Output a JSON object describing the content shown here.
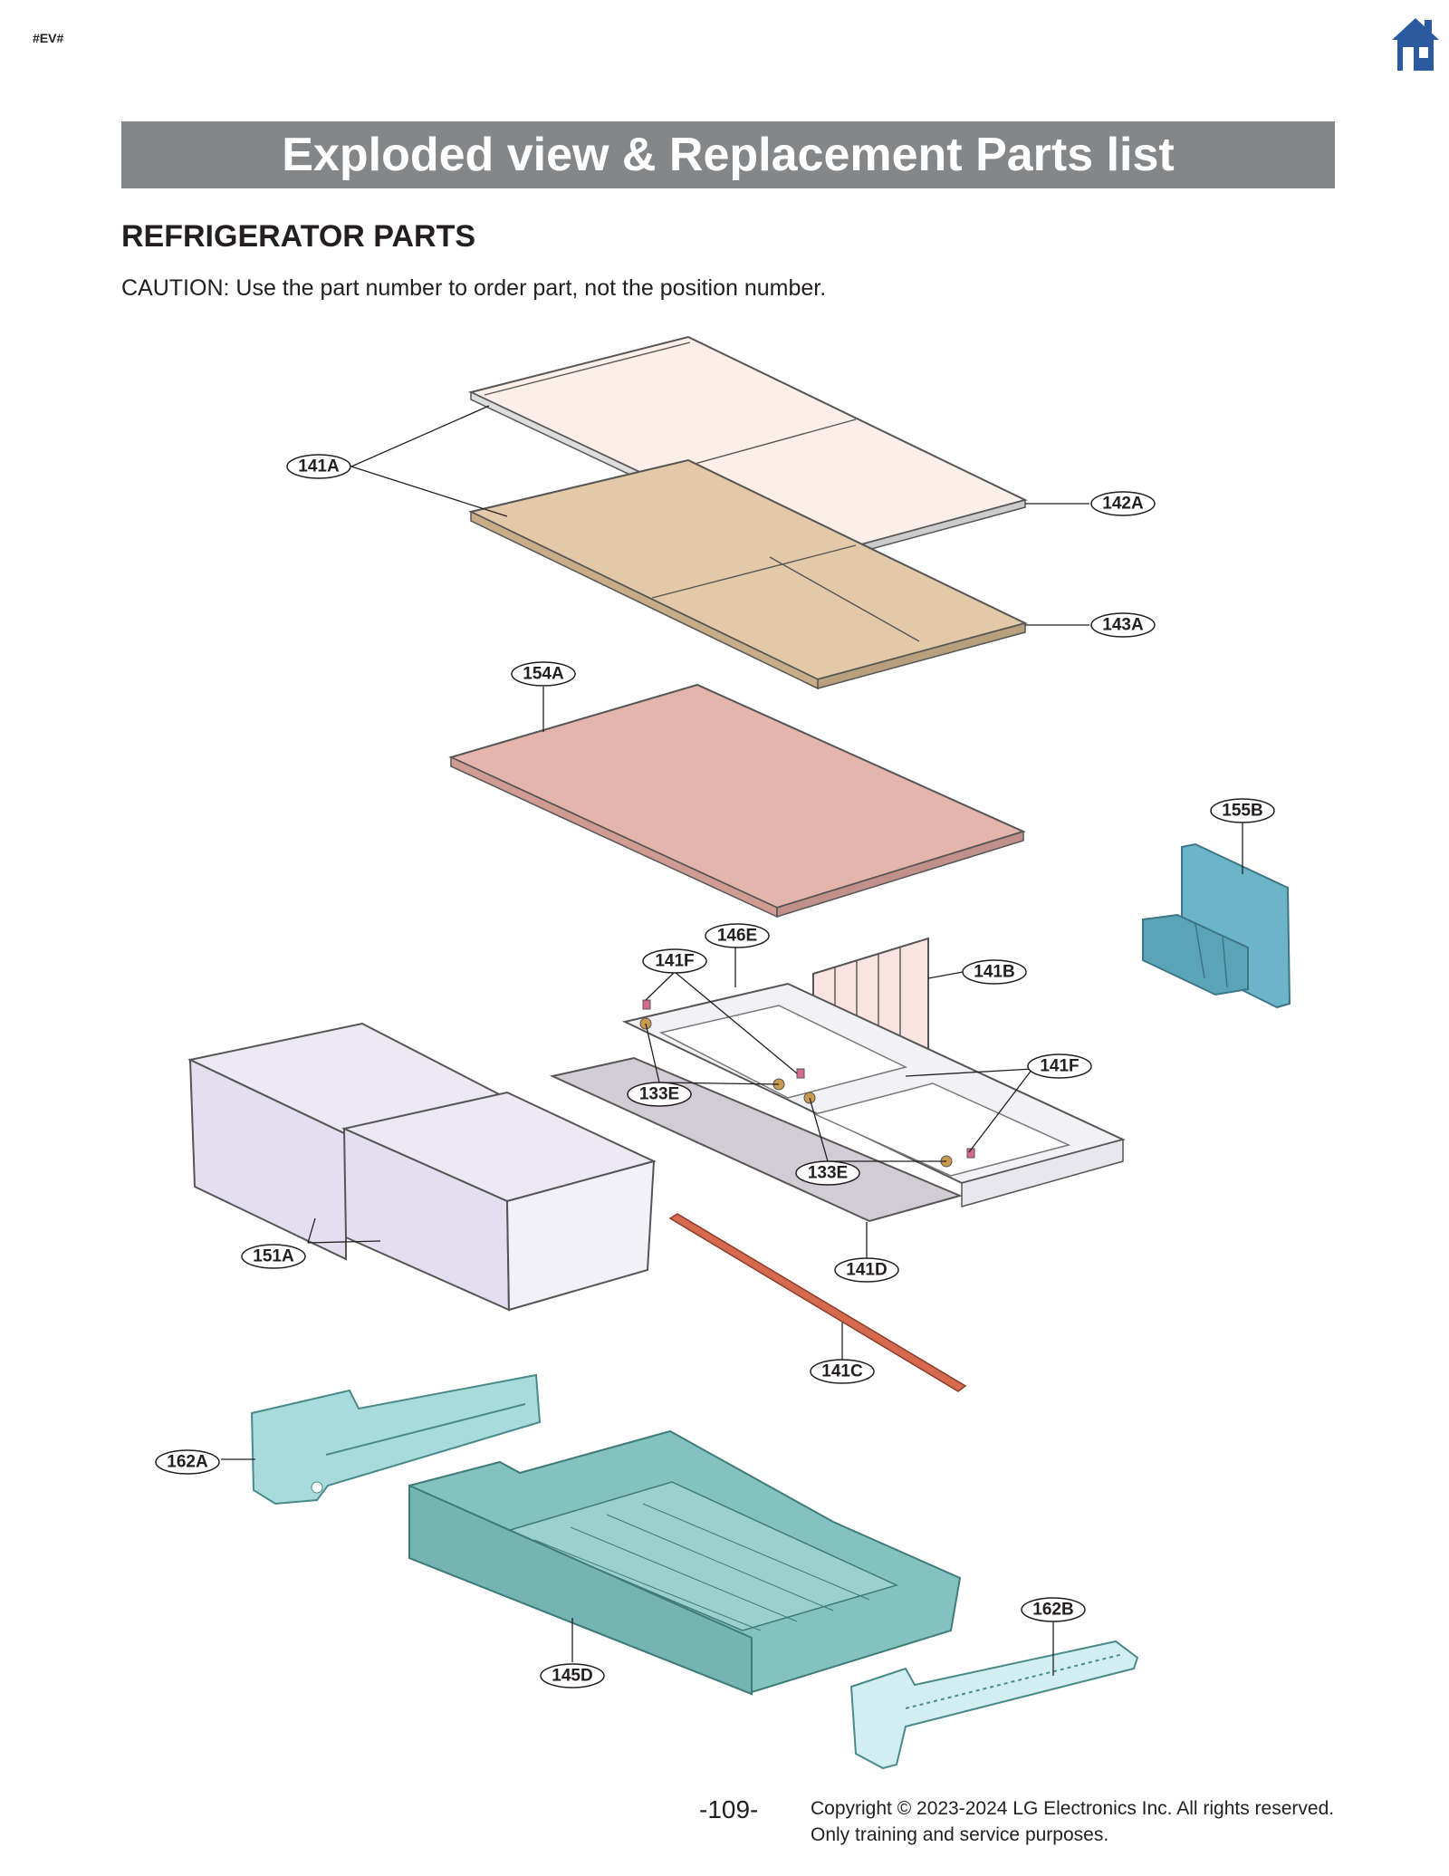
{
  "header": {
    "tag": "#EV#",
    "home_icon": "home-icon",
    "accent_color": "#2a5aa0"
  },
  "title": "Exploded view & Replacement Parts list",
  "section_title": "REFRIGERATOR PARTS",
  "caution": "CAUTION: Use the part number to order part, not the position number.",
  "callouts": {
    "c141A": "141A",
    "c142A": "142A",
    "c143A": "143A",
    "c154A": "154A",
    "c155B": "155B",
    "c146E": "146E",
    "c141F_top": "141F",
    "c141B": "141B",
    "c141F_right": "141F",
    "c133E_left": "133E",
    "c133E_right": "133E",
    "c151A": "151A",
    "c141D": "141D",
    "c141C": "141C",
    "c162A": "162A",
    "c162B": "162B",
    "c145D": "145D"
  },
  "part_colors": {
    "shelf_glass": "#fcefe8",
    "shelf_frame": "#e3c9a8",
    "glass_shelf_154A": "#e4b5ad",
    "control_155B": "#6cb5c8",
    "crisper": "#ece9f4",
    "drawer_145D": "#84c2c0",
    "rail_162A": "#a8dcdc",
    "rail_162B": "#d3eef0",
    "seal_141C": "#d66a4e"
  },
  "footer": {
    "page": "-109-",
    "copyright": "Copyright © 2023-2024 LG Electronics Inc. All rights reserved.",
    "note": "Only training and service purposes."
  }
}
